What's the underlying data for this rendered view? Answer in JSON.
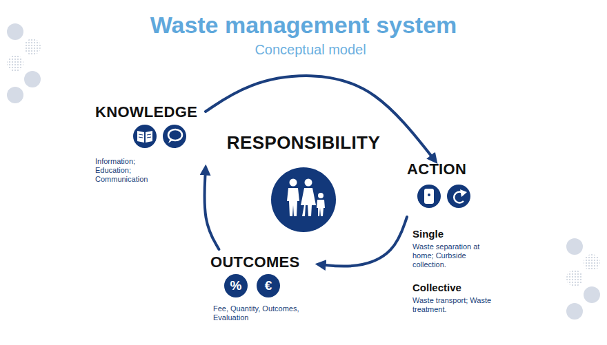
{
  "diagram": {
    "title": "Waste management system",
    "nodes": [
      {
        "text": [
          "KNOWLEDGE",
          "Information; Education; Communication"
        ]
      },
      {
        "text": [
          "RESPONSIBILITY"
        ]
      },
      {
        "text": [
          "ACTION",
          "Single",
          "Waste separation at home; Curbside collection.",
          "Collective",
          "Waste transport; Waste treatment."
        ]
      },
      {
        "text": [
          "OUTCOMES",
          "Fee, Quantity, Outcomes, Evaluation"
        ]
      }
    ],
    "edges": [
      {
        "from": 0,
        "to": 2,
        "arrow": "to"
      },
      {
        "from": 2,
        "to": 3,
        "arrow": "to"
      },
      {
        "from": 3,
        "to": 0,
        "arrow": "to"
      }
    ],
    "labels": [
      "Conceptual model",
      "%",
      "€"
    ]
  }
}
